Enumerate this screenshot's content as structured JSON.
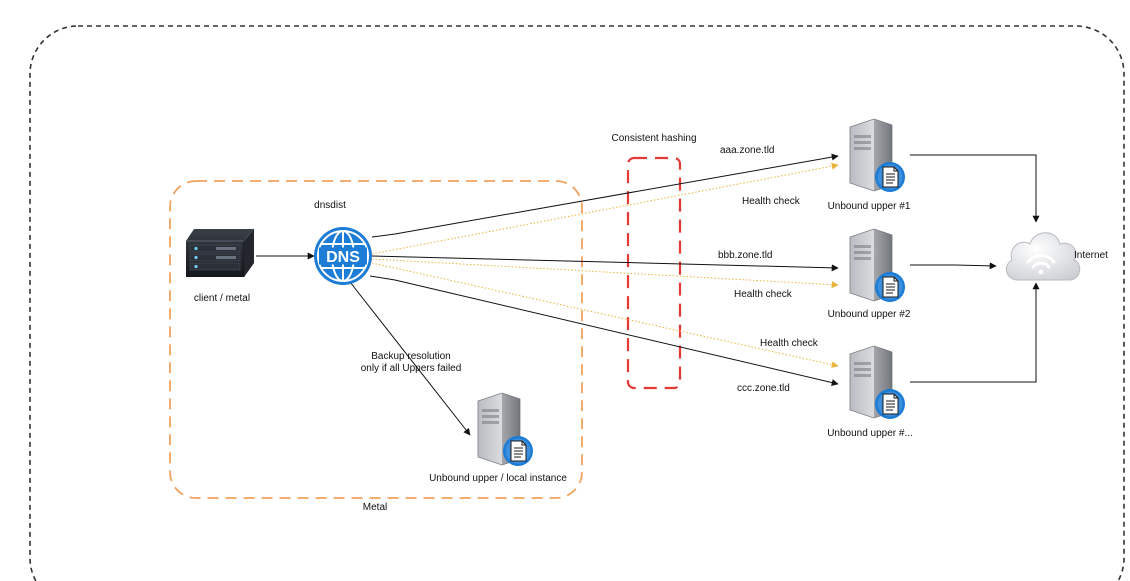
{
  "nodes": {
    "client": {
      "label": "client / metal",
      "icon": "rack-server-icon"
    },
    "dnsdist": {
      "label": "dnsdist",
      "badge": "DNS",
      "icon": "dns-globe-icon"
    },
    "local_upper": {
      "label": "Unbound upper / local instance",
      "icon": "server-doc-icon"
    },
    "upper1": {
      "label": "Unbound upper #1",
      "icon": "server-doc-icon"
    },
    "upper2": {
      "label": "Unbound upper #2",
      "icon": "server-doc-icon"
    },
    "upper3": {
      "label": "Unbound upper #...",
      "icon": "server-doc-icon"
    },
    "internet": {
      "label": "Internet",
      "icon": "cloud-wifi-icon"
    }
  },
  "groups": {
    "metal": "Metal",
    "hashing": "Consistent hashing"
  },
  "edges": {
    "zone1": "aaa.zone.tld",
    "zone2": "bbb.zone.tld",
    "zone3": "ccc.zone.tld",
    "health1": "Health check",
    "health2": "Health check",
    "health3": "Health check",
    "backup_line1": "Backup resolution",
    "backup_line2": "only if all Uppers failed"
  },
  "colors": {
    "outer_border": "#333333",
    "metal_border": "#f0a35e",
    "hashing_border": "#e53935",
    "dns_blue": "#1c7cd6",
    "health_line": "#e8b53a",
    "edge": "#111111"
  }
}
